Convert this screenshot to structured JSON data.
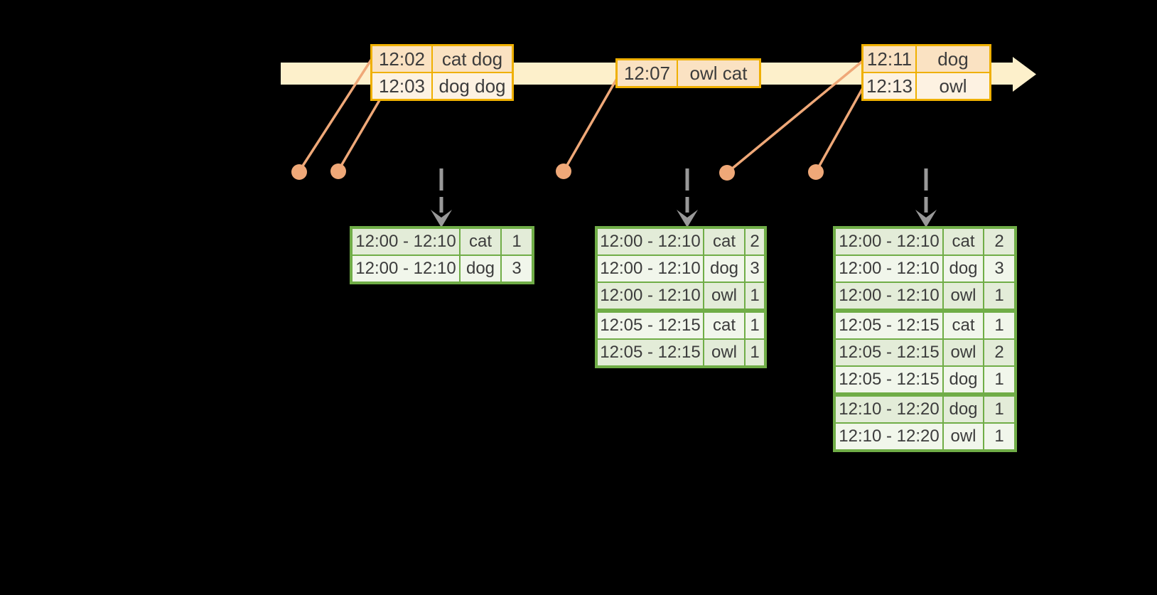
{
  "colors": {
    "background": "#000000",
    "timeline_band": "#FDF0CB",
    "event_table_border": "#EFB000",
    "event_row_peach": "#FAE2C2",
    "event_row_cream": "#FDF2E2",
    "event_dot": "#EFA878",
    "trigger_arrow_gray": "#999999",
    "result_table_border": "#70AD47",
    "result_row_dark": "#E3ECD8",
    "result_row_light": "#F1F6EB",
    "text": "#3C3C3C"
  },
  "timeline": {
    "tables": [
      {
        "rows": [
          {
            "time": "12:02",
            "words": "cat dog"
          },
          {
            "time": "12:03",
            "words": "dog dog"
          }
        ]
      },
      {
        "rows": [
          {
            "time": "12:07",
            "words": "owl cat"
          }
        ]
      },
      {
        "rows": [
          {
            "time": "12:11",
            "words": "dog"
          },
          {
            "time": "12:13",
            "words": "owl"
          }
        ]
      }
    ]
  },
  "results": {
    "tables": [
      {
        "rows": [
          {
            "window": "12:00 - 12:10",
            "word": "cat",
            "count": "1"
          },
          {
            "window": "12:00 - 12:10",
            "word": "dog",
            "count": "3"
          }
        ]
      },
      {
        "rows": [
          {
            "window": "12:00 - 12:10",
            "word": "cat",
            "count": "2"
          },
          {
            "window": "12:00 - 12:10",
            "word": "dog",
            "count": "3"
          },
          {
            "window": "12:00 - 12:10",
            "word": "owl",
            "count": "1"
          },
          {
            "window": "12:05 - 12:15",
            "word": "cat",
            "count": "1"
          },
          {
            "window": "12:05 - 12:15",
            "word": "owl",
            "count": "1"
          }
        ]
      },
      {
        "rows": [
          {
            "window": "12:00 - 12:10",
            "word": "cat",
            "count": "2"
          },
          {
            "window": "12:00 - 12:10",
            "word": "dog",
            "count": "3"
          },
          {
            "window": "12:00 - 12:10",
            "word": "owl",
            "count": "1"
          },
          {
            "window": "12:05 - 12:15",
            "word": "cat",
            "count": "1"
          },
          {
            "window": "12:05 - 12:15",
            "word": "owl",
            "count": "2"
          },
          {
            "window": "12:05 - 12:15",
            "word": "dog",
            "count": "1"
          },
          {
            "window": "12:10 - 12:20",
            "word": "dog",
            "count": "1"
          },
          {
            "window": "12:10 - 12:20",
            "word": "owl",
            "count": "1"
          }
        ]
      }
    ]
  }
}
